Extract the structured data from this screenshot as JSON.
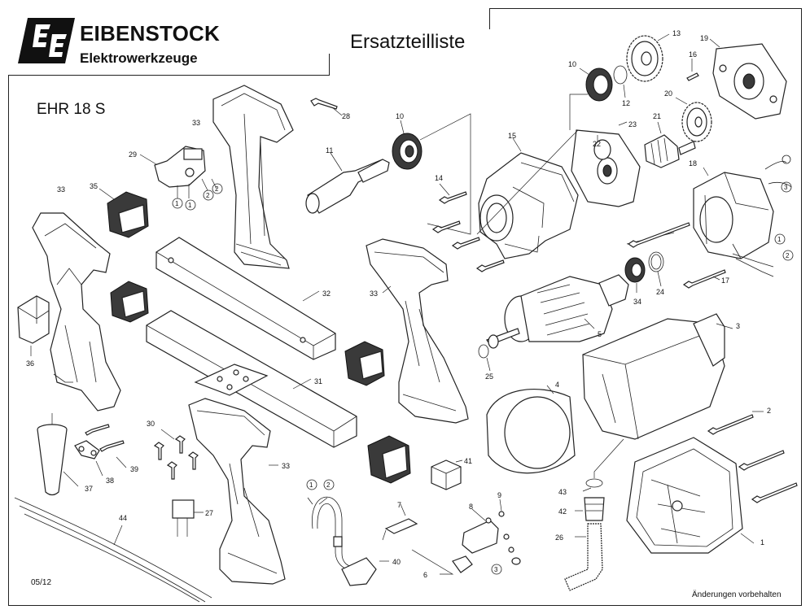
{
  "header": {
    "brand": "EIBENSTOCK",
    "subbrand": "Elektrowerkzeuge",
    "title": "Ersatzteilliste",
    "model": "EHR 18 S",
    "logo_letters": "EE"
  },
  "footer": {
    "date": "05/12",
    "note": "Änderungen vorbehalten"
  },
  "part_numbers": {
    "p1": "1",
    "p2": "2",
    "p3": "3",
    "p4": "4",
    "p5": "5",
    "p6": "6",
    "p7": "7",
    "p8": "8",
    "p9": "9",
    "p10a": "10",
    "p10b": "10",
    "p11": "11",
    "p12": "12",
    "p13": "13",
    "p14": "14",
    "p15": "15",
    "p16": "16",
    "p17": "17",
    "p18": "18",
    "p19": "19",
    "p20": "20",
    "p21": "21",
    "p22": "22",
    "p23": "23",
    "p24": "24",
    "p25": "25",
    "p26": "26",
    "p27": "27",
    "p28": "28",
    "p29": "29",
    "p30": "30",
    "p31": "31",
    "p32": "32",
    "p33a": "33",
    "p33b": "33",
    "p33c": "33",
    "p33d": "33",
    "p34": "34",
    "p35": "35",
    "p36": "36",
    "p37": "37",
    "p38": "38",
    "p39": "39",
    "p40": "40",
    "p41": "41",
    "p42": "42",
    "p43": "43",
    "p44": "44"
  },
  "wire_markers": {
    "w1a": "1",
    "w2a": "2",
    "w1b": "1",
    "w2b": "2",
    "w1c": "1",
    "w2c": "2",
    "w3a": "3",
    "w3b": "3",
    "w1d": "1",
    "w2d": "2"
  }
}
